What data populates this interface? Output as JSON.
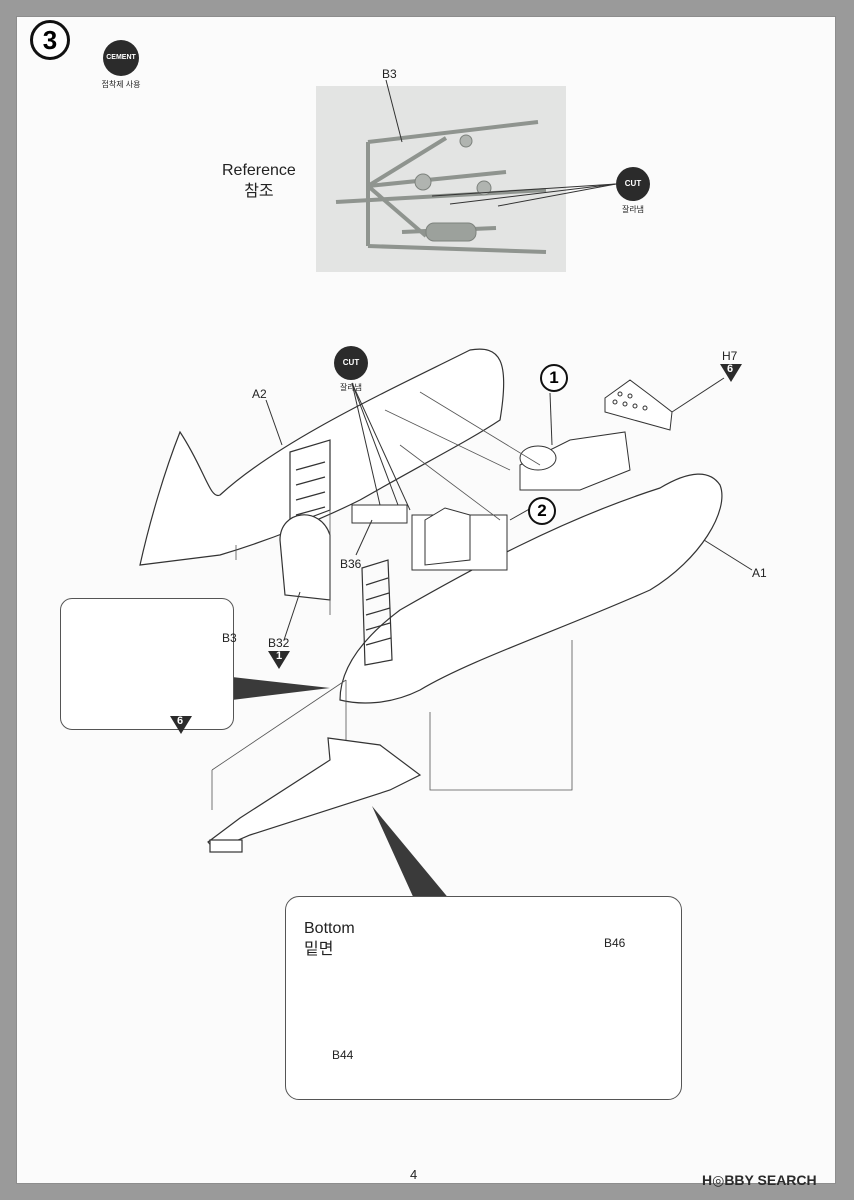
{
  "step": {
    "number": "3",
    "cement_badge": "CEMENT",
    "cement_korean": "접착제 사용"
  },
  "reference": {
    "title_en": "Reference",
    "title_ko": "참조",
    "part_label": "B3",
    "cut_badge": "CUT",
    "cut_korean": "잘라냄"
  },
  "main_assembly": {
    "cut_badge": "CUT",
    "cut_korean": "잘라냄",
    "callout_1": "1",
    "callout_2": "2",
    "labels": {
      "a2": "A2",
      "a1": "A1",
      "h7": "H7",
      "h7_ref": "6",
      "b36": "B36",
      "b32": "B32",
      "b32_ref": "1"
    }
  },
  "detail": {
    "part_label": "B3",
    "ref": "6"
  },
  "bottom": {
    "title_en": "Bottom",
    "title_ko": "밑면",
    "part_b46": "B46",
    "part_b44": "B44"
  },
  "footer": {
    "page_number": "4",
    "watermark": "H◎BBY SEARCH"
  },
  "colors": {
    "page_bg": "#fbfbfb",
    "border": "#9a9a9a",
    "badge": "#2b2b2b",
    "reference_bg": "#e3e4e3"
  }
}
